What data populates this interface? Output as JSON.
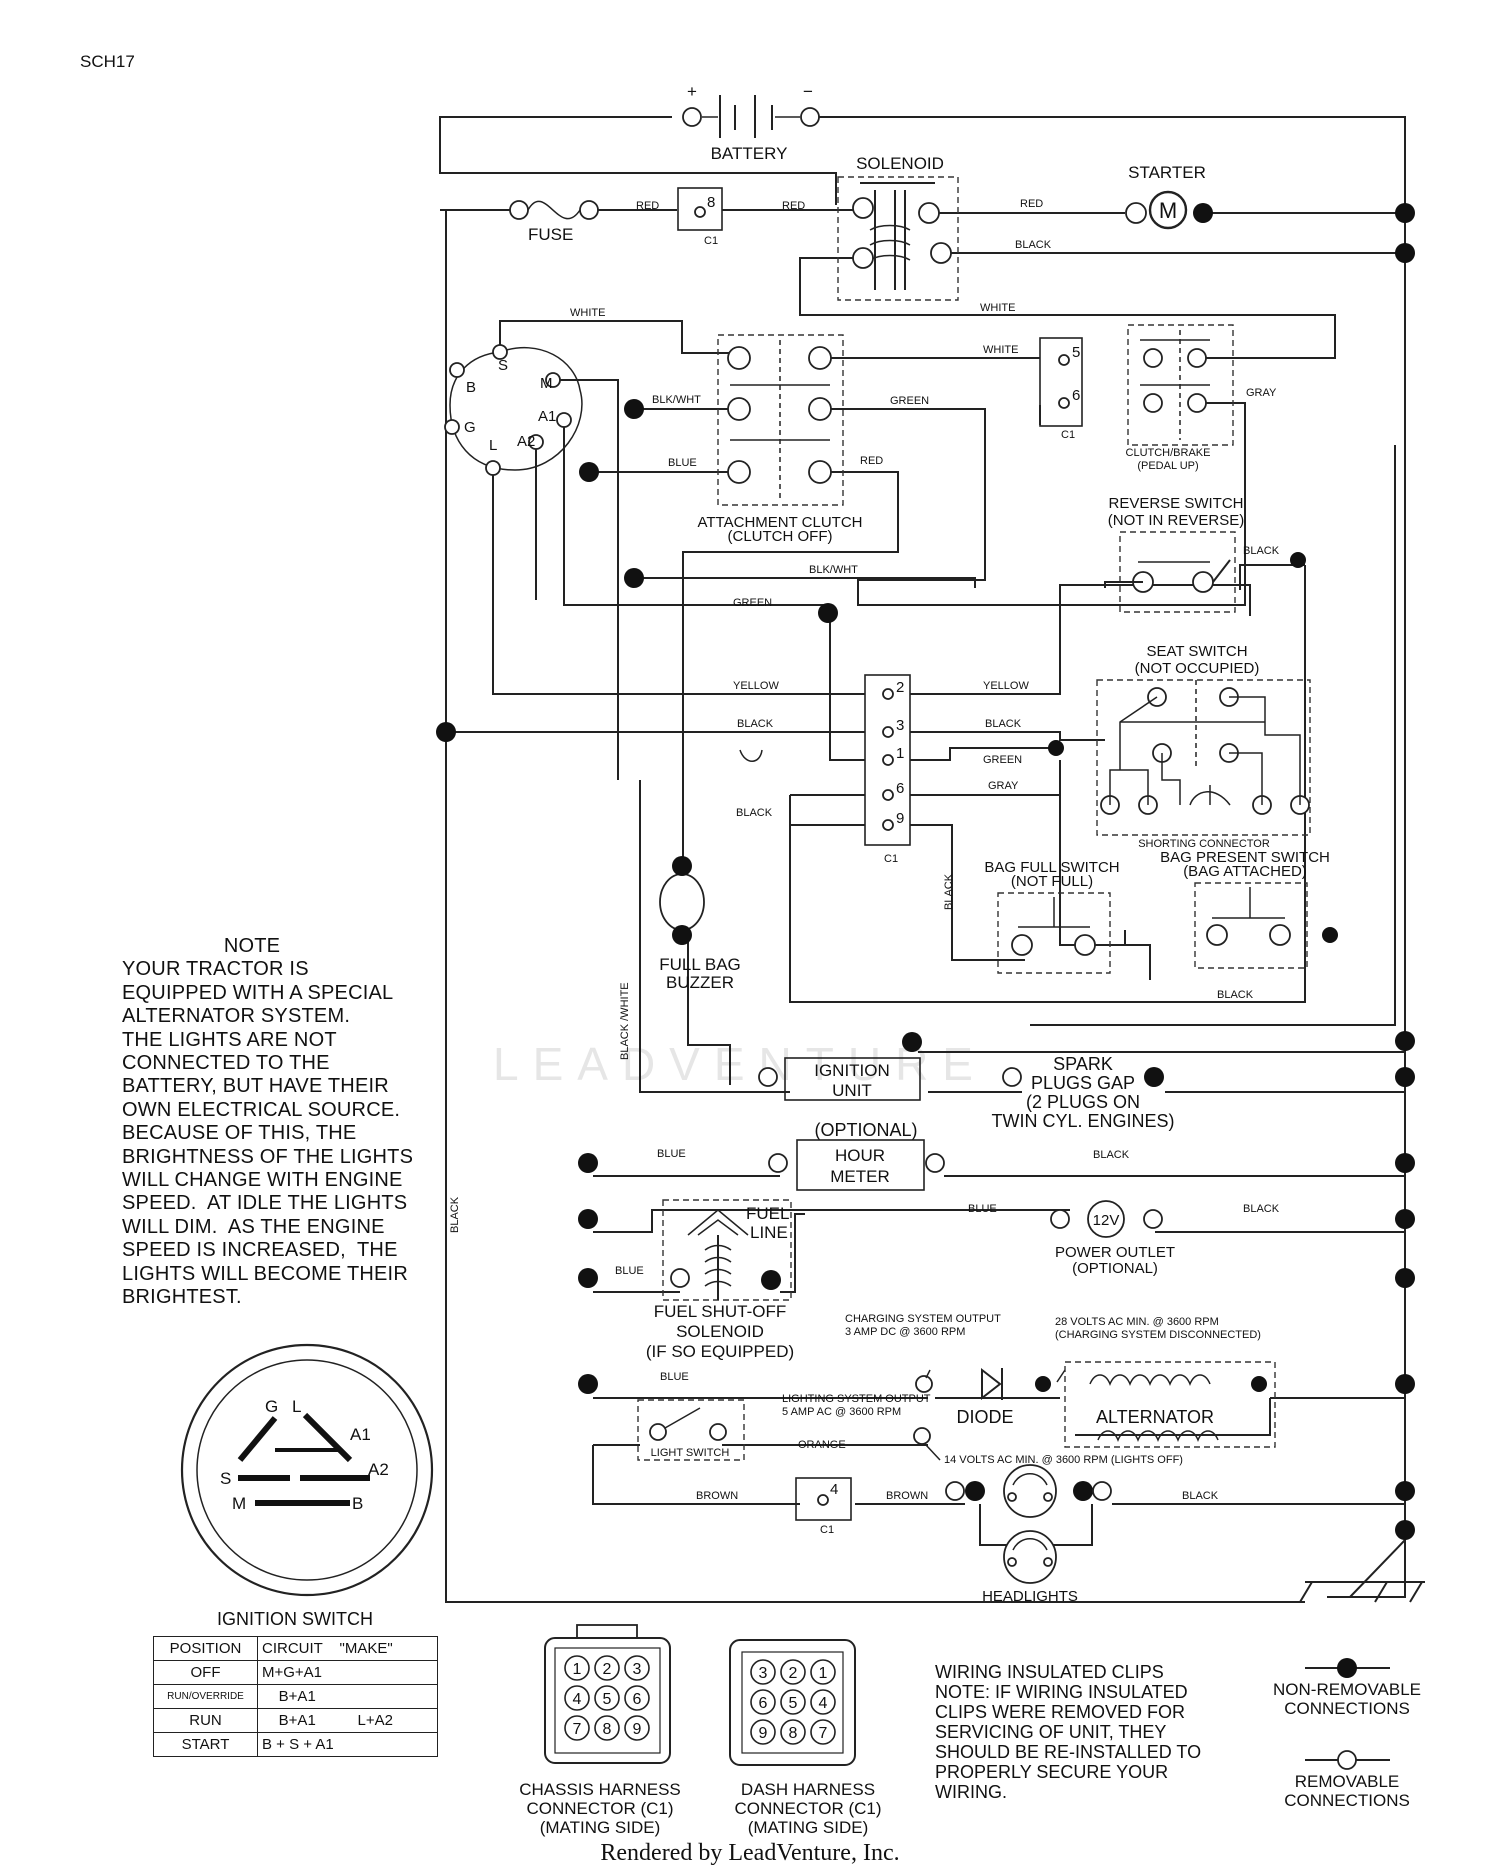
{
  "model_code": "SCH17",
  "footer": "Rendered by LeadVenture, Inc.",
  "watermark": "LEADVENTURE",
  "battery": {
    "label": "BATTERY",
    "plus": "+",
    "minus": "−"
  },
  "solenoid": "SOLENOID",
  "starter": {
    "label": "STARTER",
    "symbol": "M"
  },
  "fuse": "FUSE",
  "c1": "C1",
  "wires": {
    "red": "RED",
    "black": "BLACK",
    "white": "WHITE",
    "green": "GREEN",
    "blue": "BLUE",
    "gray": "GRAY",
    "yellow": "YELLOW",
    "blkwht": "BLK/WHT",
    "black_white": "BLACK /WHITE",
    "orange": "ORANGE",
    "brown": "BROWN"
  },
  "ignition_terminals": {
    "s": "S",
    "m": "M",
    "b": "B",
    "a1": "A1",
    "g": "G",
    "l": "L",
    "a2": "A2"
  },
  "pins": {
    "p8": "8",
    "p5": "5",
    "p6": "6",
    "p2": "2",
    "p3": "3",
    "p1": "1",
    "p9": "9",
    "p4": "4"
  },
  "attachment_clutch": {
    "line1": "ATTACHMENT CLUTCH",
    "line2": "(CLUTCH OFF)"
  },
  "clutch_brake": {
    "line1": "CLUTCH/BRAKE",
    "line2": "(PEDAL UP)"
  },
  "reverse_switch": {
    "line1": "REVERSE SWITCH",
    "line2": "(NOT IN REVERSE)"
  },
  "seat_switch": {
    "line1": "SEAT SWITCH",
    "line2": "(NOT OCCUPIED)"
  },
  "shorting_connector": "SHORTING CONNECTOR",
  "bag_full_switch": {
    "line1": "BAG FULL SWITCH",
    "line2": "(NOT FULL)"
  },
  "bag_present_switch": {
    "line1": "BAG PRESENT SWITCH",
    "line2": "(BAG ATTACHED)"
  },
  "full_bag_buzzer": {
    "line1": "FULL BAG",
    "line2": "BUZZER"
  },
  "ignition_unit": {
    "line1": "IGNITION",
    "line2": "UNIT"
  },
  "spark_plugs": {
    "line1": "SPARK",
    "line2": "PLUGS GAP",
    "line3": "(2 PLUGS ON",
    "line4": "TWIN CYL. ENGINES)"
  },
  "hour_meter": {
    "optional": "(OPTIONAL)",
    "line1": "HOUR",
    "line2": "METER"
  },
  "fuel_line": {
    "line1": "FUEL",
    "line2": "LINE"
  },
  "fuel_solenoid": {
    "line1": "FUEL SHUT-OFF",
    "line2": "SOLENOID",
    "line3": "(IF SO EQUIPPED)"
  },
  "power_outlet": {
    "symbol": "12V",
    "line1": "POWER OUTLET",
    "line2": "(OPTIONAL)"
  },
  "charging_output": {
    "line1": "CHARGING SYSTEM OUTPUT",
    "line2": "3 AMP DC @ 3600 RPM"
  },
  "ac_28": {
    "line1": "28 VOLTS AC MIN. @ 3600 RPM",
    "line2": "(CHARGING SYSTEM DISCONNECTED)"
  },
  "lighting_output": {
    "line1": "LIGHTING SYSTEM OUTPUT",
    "line2": "5 AMP AC @ 3600 RPM"
  },
  "ac_14": "14 VOLTS AC MIN. @ 3600 RPM (LIGHTS OFF)",
  "diode": "DIODE",
  "alternator": "ALTERNATOR",
  "light_switch": "LIGHT SWITCH",
  "headlights": "HEADLIGHTS",
  "note": {
    "title": "NOTE",
    "body": "YOUR TRACTOR IS\nEQUIPPED WITH A SPECIAL\nALTERNATOR SYSTEM.\nTHE LIGHTS ARE NOT\nCONNECTED TO THE\nBATTERY, BUT HAVE THEIR\nOWN ELECTRICAL SOURCE.\nBECAUSE OF THIS, THE\nBRIGHTNESS OF THE LIGHTS\nWILL CHANGE WITH ENGINE\nSPEED.  AT IDLE THE LIGHTS\nWILL DIM.  AS THE ENGINE\nSPEED IS INCREASED,  THE\nLIGHTS WILL BECOME THEIR\nBRIGHTEST."
  },
  "ignition_switch": {
    "title": "IGNITION SWITCH",
    "face_labels": {
      "g": "G",
      "l": "L",
      "a1": "A1",
      "s": "S",
      "a2": "A2",
      "m": "M",
      "b": "B"
    },
    "table": {
      "headers": [
        "POSITION",
        "CIRCUIT",
        "\"MAKE\""
      ],
      "rows": [
        {
          "position": "OFF",
          "circuit": "M+G+A1",
          "make": ""
        },
        {
          "position": "RUN/OVERRIDE",
          "circuit": "B+A1",
          "make": ""
        },
        {
          "position": "RUN",
          "circuit": "B+A1",
          "make": "L+A2"
        },
        {
          "position": "START",
          "circuit": "B + S + A1",
          "make": ""
        }
      ]
    }
  },
  "chassis_connector": {
    "line1": "CHASSIS HARNESS",
    "line2": "CONNECTOR (C1)",
    "line3": "(MATING SIDE)",
    "pins": [
      "1",
      "2",
      "3",
      "4",
      "5",
      "6",
      "7",
      "8",
      "9"
    ]
  },
  "dash_connector": {
    "line1": "DASH HARNESS",
    "line2": "CONNECTOR (C1)",
    "line3": "(MATING SIDE)",
    "pins": [
      "3",
      "2",
      "1",
      "6",
      "5",
      "4",
      "9",
      "8",
      "7"
    ]
  },
  "clips_note": {
    "line1": "WIRING INSULATED CLIPS",
    "line2": "NOTE: IF WIRING INSULATED",
    "line3": "CLIPS WERE REMOVED FOR",
    "line4": "SERVICING OF UNIT, THEY",
    "line5": "SHOULD BE RE-INSTALLED TO",
    "line6": "PROPERLY SECURE YOUR",
    "line7": "WIRING."
  },
  "legend": {
    "non_removable": {
      "line1": "NON-REMOVABLE",
      "line2": "CONNECTIONS"
    },
    "removable": {
      "line1": "REMOVABLE",
      "line2": "CONNECTIONS"
    }
  }
}
